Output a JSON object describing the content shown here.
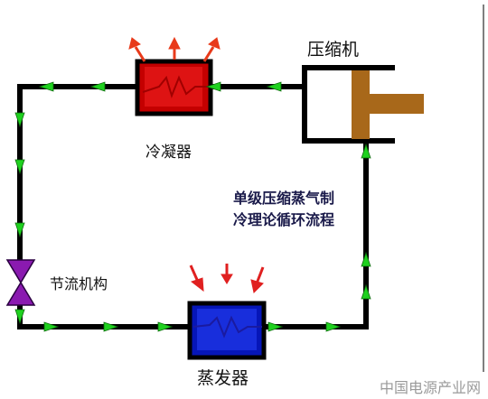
{
  "labels": {
    "condenser": "冷凝器",
    "compressor": "压缩机",
    "throttle": "节流机构",
    "evaporator": "蒸发器",
    "title_line1": "单级压缩蒸气制",
    "title_line2": "冷理论循环流程",
    "watermark": "中国电源产业网"
  },
  "colors": {
    "pipe": "#000000",
    "flow_arrow": "#1fd11f",
    "condenser": "#cc0000",
    "evaporator": "#0a22d6",
    "piston": "#a8681a",
    "heat_out_arrow": "#e83a1a",
    "heat_in_arrow": "#e02020",
    "valve": "#8a1ab0"
  },
  "icons": {
    "heat_out": "red-arrow-up-icon",
    "heat_in": "red-arrow-down-icon",
    "flow": "green-arrow-icon",
    "throttle_valve": "hourglass-valve-icon"
  }
}
